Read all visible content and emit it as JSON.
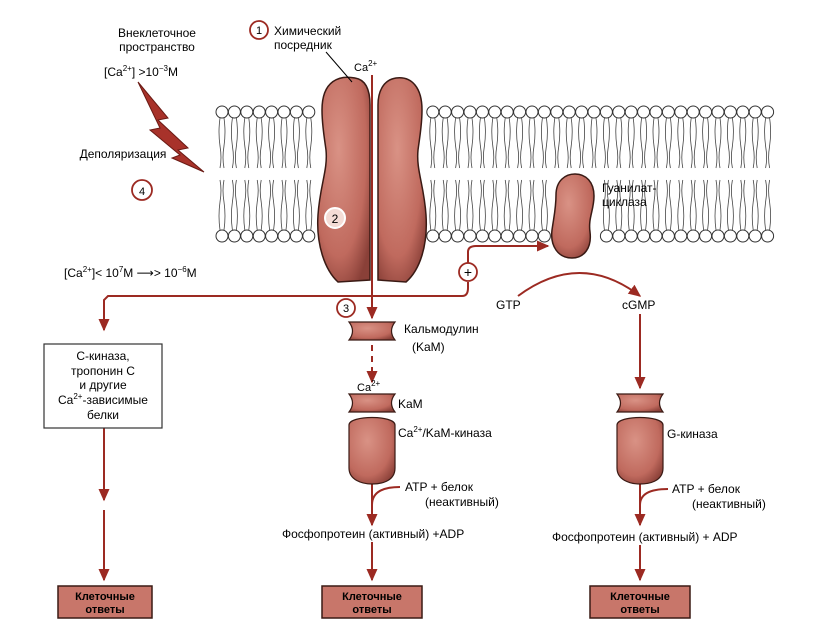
{
  "labels": {
    "extracellular_line1": "Внеклеточное",
    "extracellular_line2": "пространство",
    "ca_out_prefix": "[Ca",
    "ca_out_sup": "2+",
    "ca_out_mid": "]  >10",
    "ca_out_exp": "−3",
    "ca_out_unit": "M",
    "depolarization": "Деполяризация",
    "num1": "1",
    "num2": "2",
    "num3": "3",
    "num4": "4",
    "messenger_line1": "Химический",
    "messenger_line2": "посредник",
    "channel_ca": "Ca",
    "channel_ca_sup": "2+",
    "guanylate_line1": "Гуанилат-",
    "guanylate_line2": "циклаза",
    "ca_in_prefix": "[Ca",
    "ca_in_sup": "2+",
    "ca_in_mid": "]< 10",
    "ca_in_exp1": "7",
    "ca_in_mid2": "M  ⟶> 10",
    "ca_in_exp2": "−6",
    "ca_in_unit": "M",
    "plus": "+",
    "gtp": "GTP",
    "cgmp": "cGMP",
    "calmodulin_line1": "Кальмодулин",
    "calmodulin_line2": "(KaM)",
    "ca_bound": "Ca",
    "ca_bound_sup": "2+",
    "kam": "KaM",
    "ca_kinase_prefix": "Ca",
    "ca_kinase_sup": "2+",
    "ca_kinase_suffix": "/KaM-киназа",
    "box_line1": "С-киназа,",
    "box_line2": "тропонин С",
    "box_line3": "и другие",
    "box_line4_prefix": "Ca",
    "box_line4_sup": "2+",
    "box_line4_suffix": "-зависимые",
    "box_line5": "белки",
    "g_kinase": "G-киназа",
    "atp_protein_1": "ATP + белок",
    "inactive_1": "(неактивный)",
    "atp_protein_2": "ATP + белок",
    "inactive_2": "(неактивный)",
    "phospho_1": "Фосфопротеин  (активный) +ADP",
    "phospho_2": "Фосфопротеин  (активный)  + ADP",
    "response_1_line1": "Клеточные",
    "response_1_line2": "ответы",
    "response_2_line1": "Клеточные",
    "response_2_line2": "ответы",
    "response_3_line1": "Клеточные",
    "response_3_line2": "ответы"
  },
  "colors": {
    "protein_fill": "#c8766a",
    "protein_stroke": "#3a1a14",
    "arrow": "#9c2a22",
    "box_fill": "#c8766a",
    "membrane": "#333333"
  }
}
